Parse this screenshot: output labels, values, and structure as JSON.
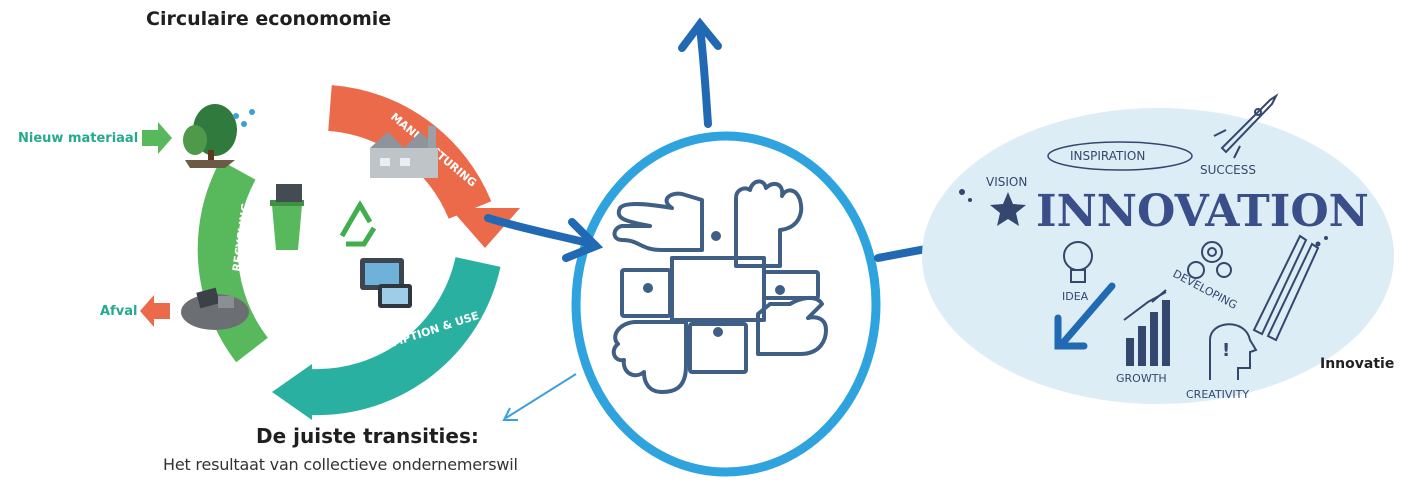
{
  "title": "Circulaire economomie",
  "cycle": {
    "left_labels": {
      "input": "Nieuw materiaal",
      "output": "Afval"
    },
    "segments": [
      "MANUFACTURING",
      "CONSUMPTION & USE",
      "RECYCLING"
    ],
    "colors": {
      "manufacturing": "#ea6a49",
      "consumption": "#2ab0a0",
      "recycling": "#58b95c"
    }
  },
  "center": {
    "ring_color": "#2fa3dd",
    "icon": "joined-hands-icon"
  },
  "innovation": {
    "words": {
      "main": "INNOVATION",
      "inspiration": "INSPIRATION",
      "success": "SUCCESS",
      "vision": "VISION",
      "idea": "IDEA",
      "developing": "DEVELOPING",
      "growth": "GROWTH",
      "creativity": "CREATIVITY"
    },
    "bg_color": "#dcedf6"
  },
  "labels": {
    "innovatie": "Innovatie",
    "transitions_title": "De juiste transities:",
    "transitions_sub": "Het resultaat van collectieve ondernemerswil"
  },
  "arrow_color": "#2169b3"
}
